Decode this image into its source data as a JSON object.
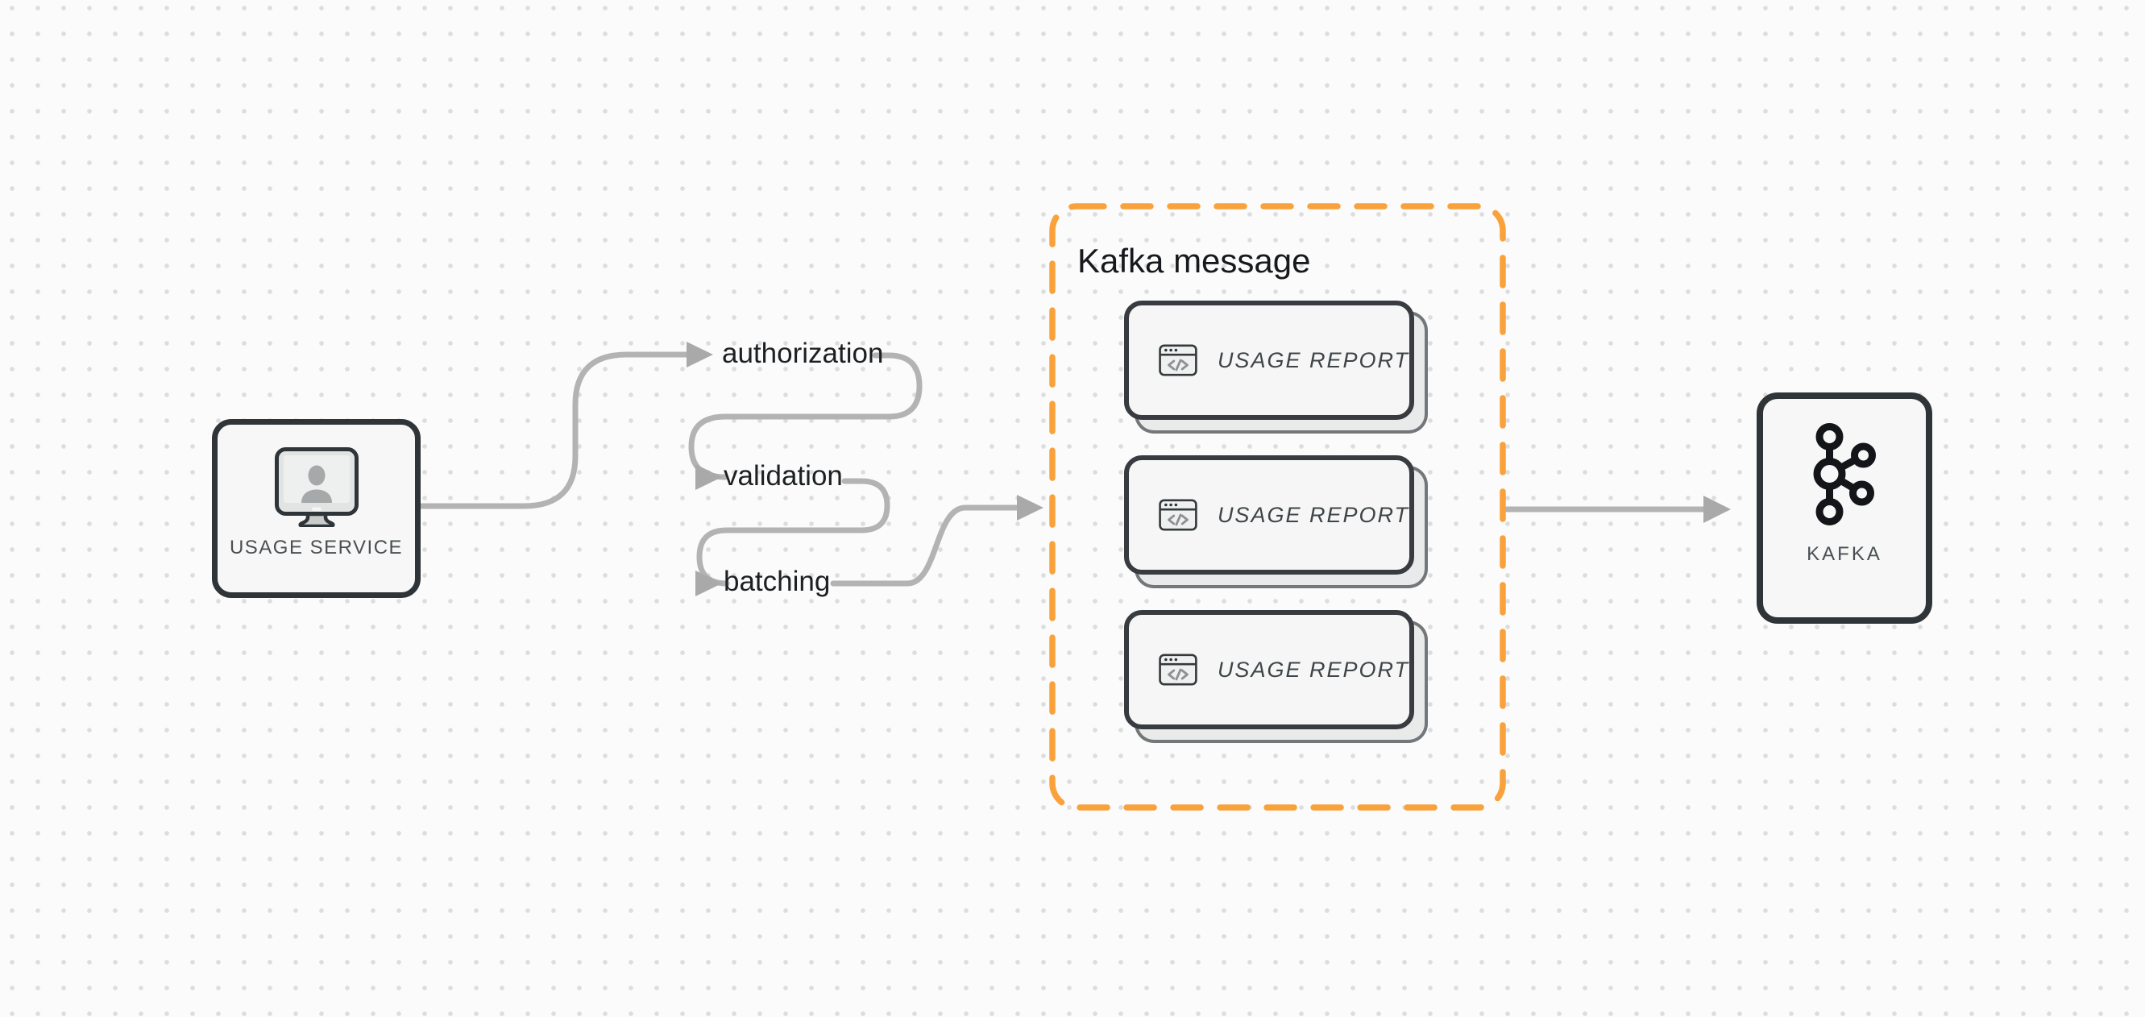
{
  "diagram": {
    "background": {
      "dot_grid_color": "#dcdddd",
      "background_color": "#fbfbfb"
    },
    "colors": {
      "accent_orange": "#F9A23C",
      "arrow_gray": "#b3b3b4",
      "node_border_dark": "#2f3438",
      "card_fill": "#f5f6f5"
    },
    "usage_service": {
      "label": "USAGE SERVICE",
      "icon": "monitor-user-icon"
    },
    "pipeline": {
      "steps": [
        {
          "label": "authorization"
        },
        {
          "label": "validation"
        },
        {
          "label": "batching"
        }
      ]
    },
    "kafka_message_group": {
      "title": "Kafka message",
      "border_style": "dashed-orange",
      "cards": [
        {
          "label": "USAGE REPORT",
          "icon": "code-window-icon"
        },
        {
          "label": "USAGE REPORT",
          "icon": "code-window-icon"
        },
        {
          "label": "USAGE REPORT",
          "icon": "code-window-icon"
        }
      ]
    },
    "kafka": {
      "label": "KAFKA",
      "icon": "kafka-logo-icon"
    }
  }
}
